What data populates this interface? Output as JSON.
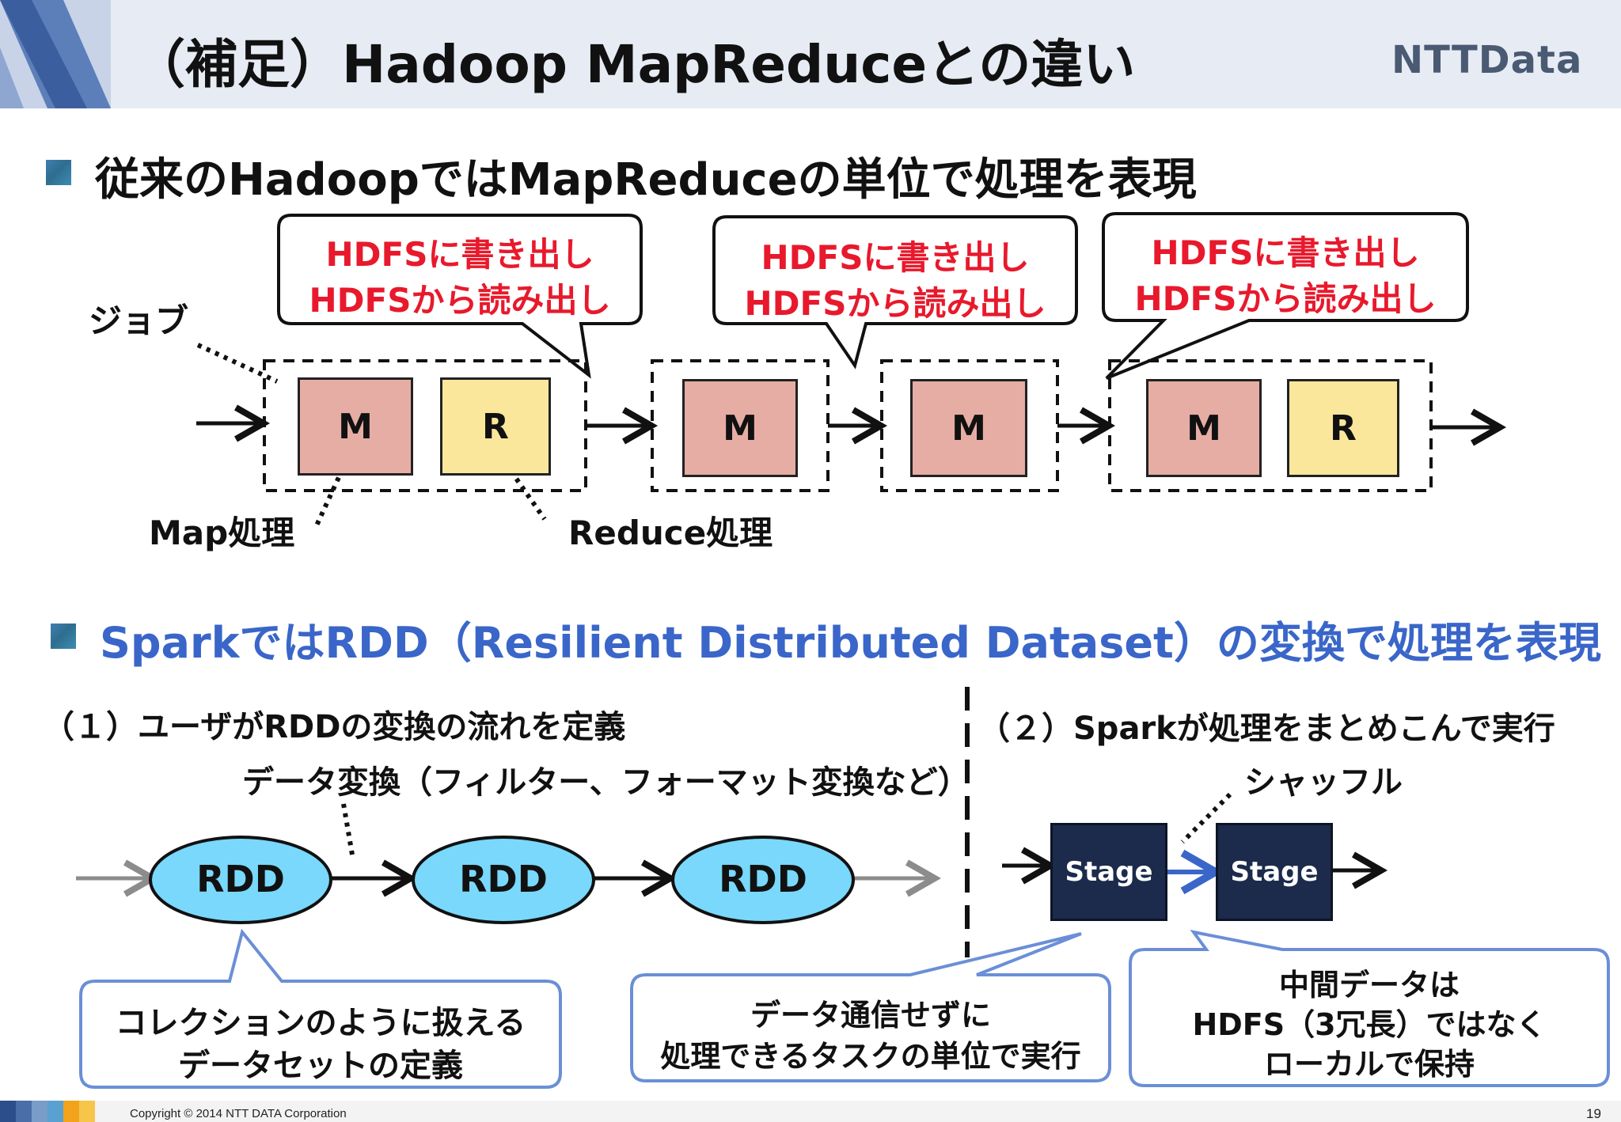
{
  "slide": {
    "title": "（補足）Hadoop MapReduceとの違い",
    "logo": "NTTData"
  },
  "section1": {
    "heading": "従来のHadoopではMapReduceの単位で処理を表現",
    "callouts": [
      {
        "line1": "HDFSに書き出し",
        "line2": "HDFSから読み出し"
      },
      {
        "line1": "HDFSに書き出し",
        "line2": "HDFSから読み出し"
      },
      {
        "line1": "HDFSに書き出し",
        "line2": "HDFSから読み出し"
      }
    ],
    "job_label": "ジョブ",
    "map_label": "Map処理",
    "reduce_label": "Reduce処理",
    "boxes": {
      "m": "M",
      "r": "R"
    }
  },
  "section2": {
    "heading": "SparkではRDD（Resilient Distributed Dataset）の変換で処理を表現",
    "left_title": "（１）ユーザがRDDの変換の流れを定義",
    "transform_label": "データ変換（フィルター、フォーマット変換など）",
    "rdd_label": "RDD",
    "left_callout_line1": "コレクションのように扱える",
    "left_callout_line2": "データセットの定義",
    "right_title": "（２）Sparkが処理をまとめこんで実行",
    "shuffle_label": "シャッフル",
    "stage_label": "Stage",
    "mid_callout_line1": "データ通信せずに",
    "mid_callout_line2": "処理できるタスクの単位で実行",
    "right_callout_line1": "中間データは",
    "right_callout_line2": "HDFS（3冗長）ではなく",
    "right_callout_line3": "ローカルで保持"
  },
  "colors": {
    "map_box": "#e6ada4",
    "reduce_box": "#fbe79b",
    "rdd_fill": "#79d8fb",
    "stage_fill": "#1c2b4c",
    "accent_blue": "#3a66c9",
    "warning_red": "#e8192c",
    "header_bg": "#e6ebf4"
  },
  "footer": {
    "copyright": "Copyright © 2014 NTT DATA Corporation",
    "page_number": "19"
  }
}
